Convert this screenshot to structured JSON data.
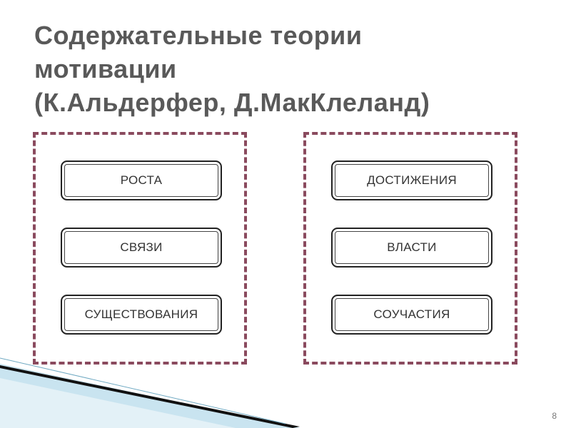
{
  "slide": {
    "title_lines": [
      "Содержательные теории",
      "мотивации",
      "(К.Альдерфер, Д.МакКлеланд)"
    ],
    "page_number": "8"
  },
  "groups": [
    {
      "items": [
        "РОСТА",
        "СВЯЗИ",
        "СУЩЕСТВОВАНИЯ"
      ]
    },
    {
      "items": [
        "ДОСТИЖЕНИЯ",
        "ВЛАСТИ",
        "СОУЧАСТИЯ"
      ]
    }
  ],
  "colors": {
    "title": "#595959",
    "frame_dashes": "#8a4a5e",
    "decor_band": "#c9e4f0",
    "decor_stroke": "#111111"
  }
}
